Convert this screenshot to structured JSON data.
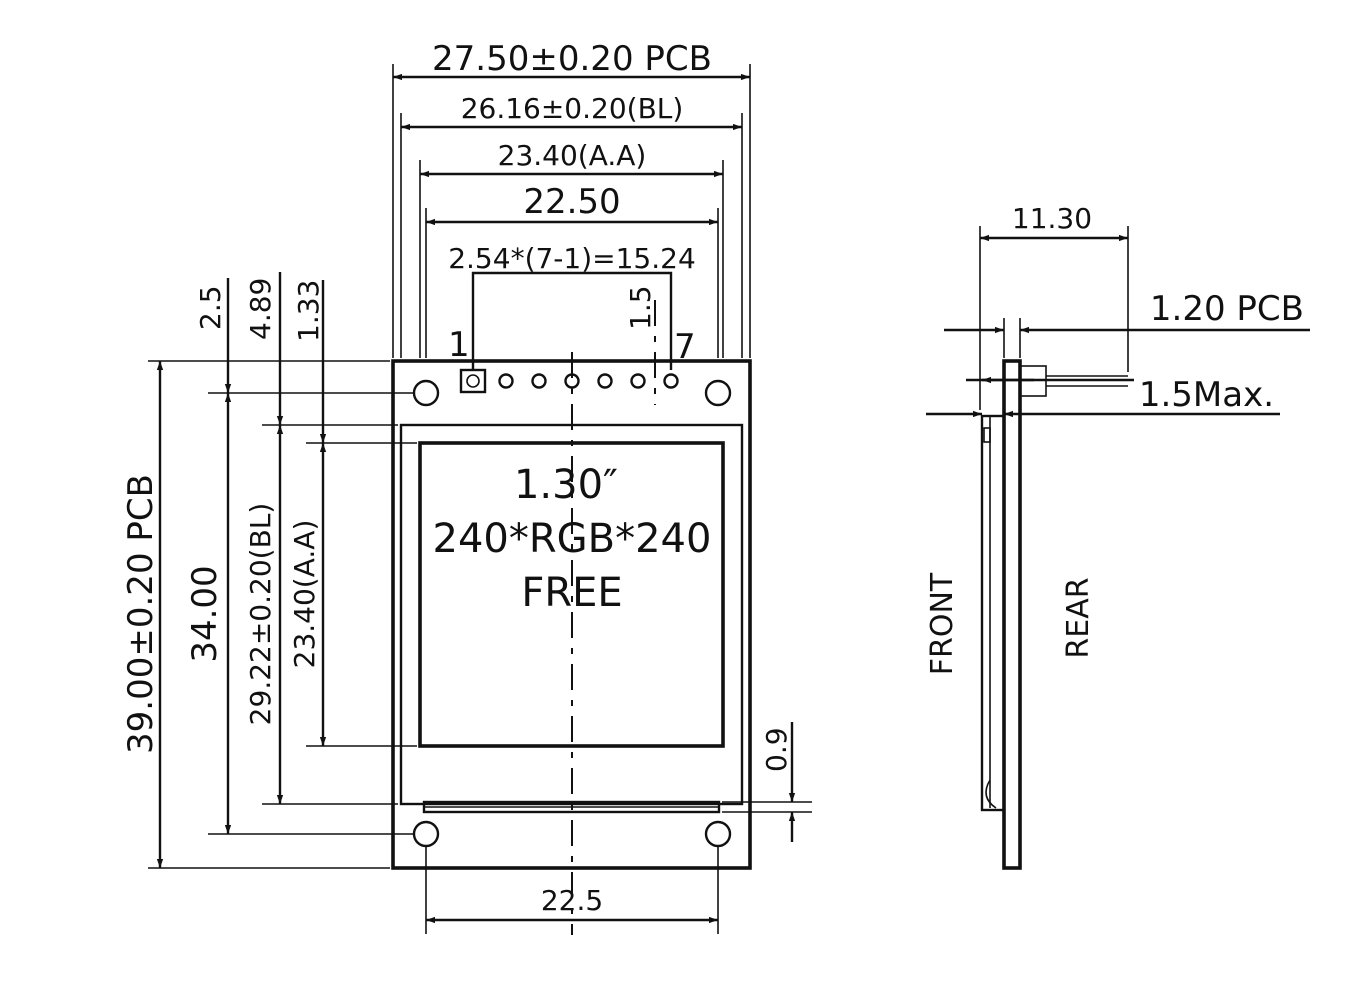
{
  "dimensions": {
    "pcb_width": "27.50±0.20 PCB",
    "bl_width": "26.16±0.20(BL)",
    "aa_width": "23.40(A.A)",
    "hole_spacing_top": "22.50",
    "pin_pitch": "2.54*(7-1)=15.24",
    "pin_first": "1",
    "pin_last": "7",
    "pin_offset": "1.5",
    "dim_2_5": "2.5",
    "dim_4_89": "4.89",
    "dim_1_33": "1.33",
    "pcb_height": "39.00±0.20 PCB",
    "hole_spacing_vertical": "34.00",
    "bl_height": "29.22±0.20(BL)",
    "aa_height": "23.40(A.A)",
    "dim_0_9": "0.9",
    "hole_spacing_bottom": "22.5"
  },
  "display_label": {
    "size": "1.30″",
    "resolution": "240*RGB*240",
    "note": "FREE"
  },
  "side_view": {
    "thickness": "11.30",
    "pcb_thickness": "1.20 PCB",
    "max": "1.5Max.",
    "front": "FRONT",
    "rear": "REAR"
  }
}
